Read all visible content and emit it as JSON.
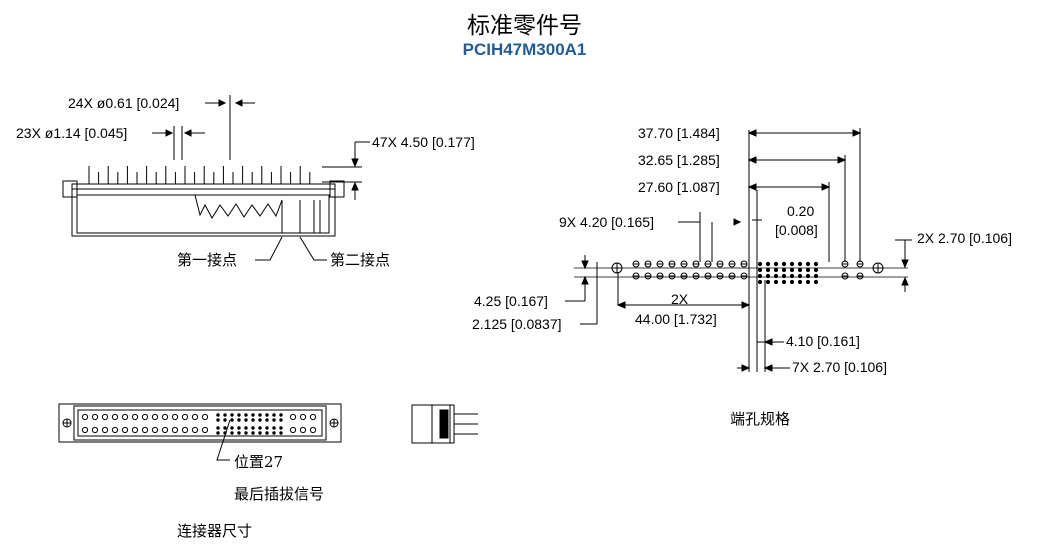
{
  "title": "标准零件号",
  "part_number": "PCIH47M300A1",
  "side_view": {
    "dim_pin_dia_small": "24X ø0.61 [0.024]",
    "dim_pin_dia_large": "23X ø1.14 [0.045]",
    "dim_pin_length": "47X 4.50 [0.177]",
    "label_contact_1": "第一接点",
    "label_contact_2": "第二接点"
  },
  "hole_pattern": {
    "dim_37_70": "37.70 [1.484]",
    "dim_32_65": "32.65 [1.285]",
    "dim_27_60": "27.60 [1.087]",
    "dim_0_20_a": "0.20",
    "dim_0_20_b": "[0.008]",
    "dim_9x_4_20": "9X 4.20 [0.165]",
    "dim_2x_2_70": "2X 2.70 [0.106]",
    "dim_4_25": "4.25 [0.167]",
    "dim_2_125": "2.125 [0.0837]",
    "dim_2x": "2X",
    "dim_44_00": "44.00 [1.732]",
    "dim_4_10": "4.10 [0.161]",
    "dim_7x_2_70": "7X 2.70 [0.106]",
    "caption": "端孔规格"
  },
  "front_view": {
    "label_position": "位置27",
    "label_last_signal": "最后插拔信号",
    "caption": "连接器尺寸"
  }
}
